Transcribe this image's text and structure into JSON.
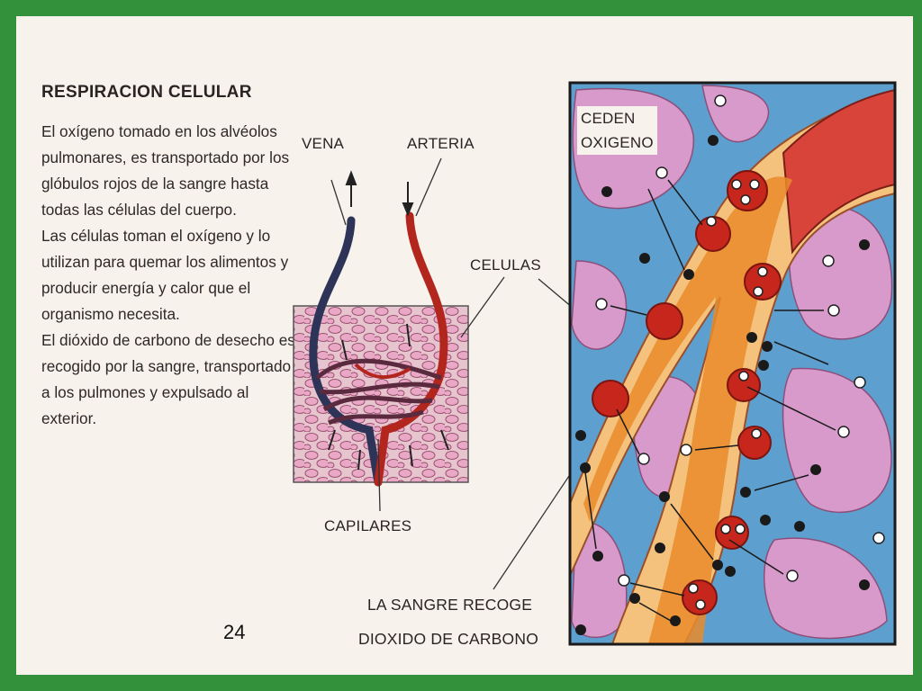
{
  "title": "RESPIRACION CELULAR",
  "paragraphs": [
    "El oxígeno tomado en los alvéolos pulmonares, es transportado por los glóbulos rojos de la sangre hasta todas las células del cuerpo.",
    "Las células toman el oxígeno y lo utilizan para quemar los alimentos y producir energía y calor que el organismo necesita.",
    "El dióxido de carbono de desecho es recogido por la sangre, transportado a los pulmones y expulsado al exterior."
  ],
  "labels": {
    "vena": "VENA",
    "arteria": "ARTERIA",
    "celulas": "CELULAS",
    "capilares": "CAPILARES",
    "ceden_line1": "CEDEN",
    "ceden_line2": "OXIGENO",
    "recoge_line1": "LA SANGRE RECOGE",
    "recoge_line2": "DIOXIDO DE CARBONO"
  },
  "page_number": "24",
  "colors": {
    "border_green": "#33913c",
    "vein_blue": "#2e3358",
    "artery_red": "#b3261e",
    "cell_pink": "#d79acb",
    "tissue_blue": "#5d9fcf",
    "vessel_orange": "#e98b2a"
  }
}
